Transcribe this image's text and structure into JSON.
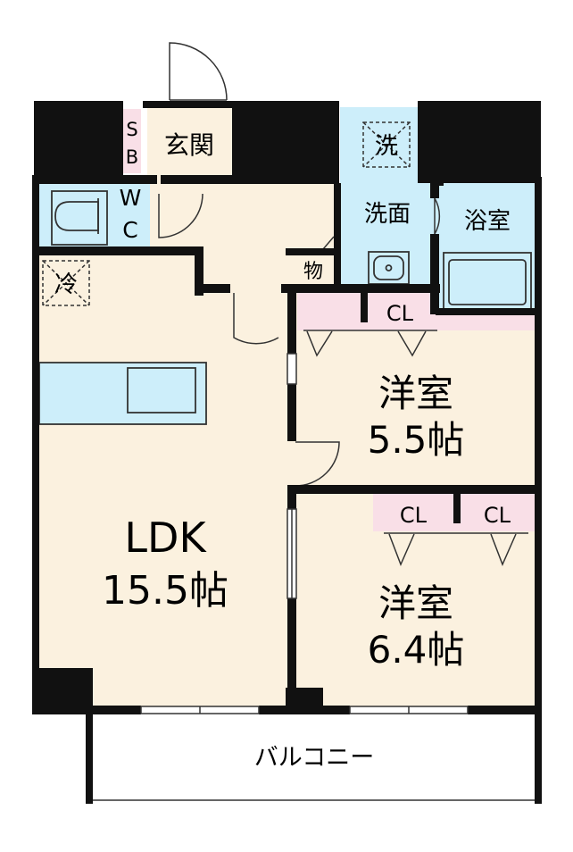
{
  "rooms": {
    "ldk": {
      "name": "LDK",
      "size": "15.5帖"
    },
    "western1": {
      "name": "洋室",
      "size": "5.5帖"
    },
    "western2": {
      "name": "洋室",
      "size": "6.4帖"
    },
    "entrance": "玄関",
    "shoe_box": "S\nB",
    "wc": "W\nC",
    "washroom": "洗面",
    "bathroom": "浴室",
    "storage": "物",
    "balcony": "バルコニー"
  },
  "closets": {
    "cl1": "CL",
    "cl2": "CL",
    "cl3": "CL"
  },
  "fixtures": {
    "washer": "洗",
    "fridge": "冷"
  },
  "colors": {
    "wall": "#111111",
    "floor": "#fbf1df",
    "water": "#cdeefa",
    "closet": "#f9dfe7",
    "balcony": "#ffffff",
    "line": "#333333"
  }
}
